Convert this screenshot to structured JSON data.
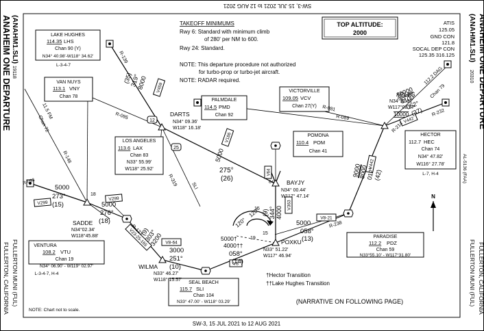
{
  "top_header": "SW-3, 15 JUL 2021 to 12 AUG 2021",
  "bottom_footer": "SW-3, 15 JUL 2021 to 12 AUG 2021",
  "left_edge": {
    "title": "ANAHEIM ONE DEPARTURE",
    "subtitle": "(ANAHM1.SLI)",
    "code": "19118",
    "airport": "FULLERTON, CALIFORNIA",
    "airport_name": "FULLERTON MUNI (FUL)"
  },
  "right_edge": {
    "title": "ANAHEIM ONE DEPARTURE",
    "subtitle": "(ANAHM1.SLI)",
    "code": "20310",
    "airport": "FULLERTON MUNI (FUL)",
    "airport_city": "FULLERTON, CALIFORNIA",
    "faa": "AL-5136 (FAA)"
  },
  "takeoff": {
    "heading": "TAKEOFF MINIMUMS",
    "rwy6": "Rwy 6: Standard with minimum climb",
    "rwy6b": "of 280' per NM to 600.",
    "rwy24": "Rwy 24: Standard.",
    "note1": "NOTE: This departure procedure not authorized",
    "note1b": "for turbo-prop or turbo-jet aircraft.",
    "note2": "NOTE: RADAR required."
  },
  "top_altitude": {
    "label": "TOP ALTITUDE:",
    "value": "2000"
  },
  "freqs": {
    "atis_label": "ATIS",
    "atis": "125.05",
    "gnd_label": "GND CON",
    "gnd": "121.8",
    "dep_label": "SOCAL DEP CON",
    "dep": "125.35  316.125"
  },
  "navaids": {
    "lake_hughes": {
      "name": "LAKE HUGHES",
      "freq": "114.35",
      "id": "LHS",
      "chan": "Chan 90 (Y)",
      "coord": "N34° 40.98'-W118° 34.62'",
      "extra": "L-3-4-7"
    },
    "van_nuys": {
      "name": "VAN NUYS",
      "freq": "113.1",
      "id": "VNY",
      "chan": "Chan 78"
    },
    "los_angeles": {
      "name": "LOS ANGELES",
      "freq": "113.6",
      "id": "LAX",
      "chan": "Chan 83",
      "lat": "N33° 55.99'",
      "lon": "W118° 25.92'"
    },
    "palmdale": {
      "name": "PALMDALE",
      "freq": "114.5",
      "id": "PMD",
      "chan": "Chan 92"
    },
    "victorville": {
      "name": "VICTORVILLE",
      "freq": "109.05",
      "id": "VCV",
      "chan": "Chan 27(Y)"
    },
    "pomona": {
      "name": "POMONA",
      "freq": "110.4",
      "id": "POM",
      "chan": "Chan 41"
    },
    "hector": {
      "name": "HECTOR",
      "freq": "112.7",
      "id": "HEC",
      "chan": "Chan 74",
      "lat": "N34° 47.82'",
      "lon": "W116° 27.78'",
      "extra": "L-7, H-4"
    },
    "ventura": {
      "name": "VENTURA",
      "freq": "108.2",
      "id": "VTU",
      "chan": "Chan 19",
      "coord": "N34° 06.90' - W119° 02.97'",
      "extra": "L-3-4-7, H-4"
    },
    "seal_beach": {
      "name": "SEAL BEACH",
      "freq": "115.7",
      "id": "SLI",
      "chan": "Chan 104",
      "coord": "N33° 47.00' - W118° 03.29'"
    },
    "paradise": {
      "name": "PARADISE",
      "freq": "112.2",
      "id": "PDZ",
      "chan": "Chan 59",
      "coord": "N33°55.10' - W117°31.80'"
    }
  },
  "fixes": {
    "darts": {
      "name": "DARTS",
      "lat": "N34° 09.36'",
      "lon": "W118° 16.18'"
    },
    "sadde": {
      "name": "SADDE",
      "lat": "N34°02.34'",
      "lon": "W118°45.88'"
    },
    "wilma": {
      "name": "WILMA",
      "lat": "N33° 46.27'",
      "lon": "W118° 15.57'"
    },
    "bayjy": {
      "name": "BAYJY",
      "lat": "N34° 00.44'",
      "lon": "W117° 47.14'"
    },
    "poxku": {
      "name": "POXKU",
      "lat": "N33° 51.22'",
      "lon": "W117° 46.94'"
    },
    "aples": {
      "name": "APLES",
      "lat": "N34°32.91'",
      "lon": "W117°08.97'",
      "alt": "10000"
    }
  },
  "airways": {
    "v459": "V459",
    "v186": "V186",
    "v299": "V299",
    "v299b": "V299",
    "v23": "V23-25-165",
    "v864": "V8-64",
    "v8": "V8",
    "v8_21": "V8-21",
    "v363": "V363",
    "v442": "V442",
    "v442b": "V442",
    "v64": "V64"
  },
  "segments": {
    "lhs_darts": {
      "alt": "8000",
      "crs": "319°",
      "dist": "(35)"
    },
    "darts_bayjy": {
      "alt": "5000",
      "crs": "275°",
      "dist": "(26)"
    },
    "sadde_ventura": {
      "alt": "5000",
      "crs": "273°",
      "dist": "(15)"
    },
    "lax_sadde": {
      "alt": "5000",
      "crs": "276°",
      "dist": "(18)"
    },
    "wilma_lax": {
      "alt": "3200",
      "crs": "303°",
      "dist": "(9)"
    },
    "sli_wilma": {
      "alt": "3000",
      "crs": "251°",
      "dist": "(10)"
    },
    "sli_poxku": {
      "alt": "5000†",
      "alt2": "4000††",
      "crs": "058°",
      "dist": "(14)"
    },
    "poxku_bayjy": {
      "alt": "4000",
      "crs": "344°",
      "dist": "(9)"
    },
    "poxku_pdz": {
      "alt": "5000",
      "crs": "058°",
      "dist": "(13)"
    },
    "pdz_aples": {
      "alt": "9000",
      "alt2": "8000",
      "crs": "012°",
      "dist": "(42)"
    },
    "hec_aples": {
      "alt": "10000",
      "alt2": "8100",
      "crs": "052°",
      "dist": "(37)"
    }
  },
  "radials": {
    "r139": "R-139",
    "r095": "R-095",
    "r148": "R-148",
    "r319": "R-319",
    "r093": "R-093",
    "r123": "R-123",
    "r089": "R-089",
    "r081": "R-081",
    "r214": "R-214",
    "r232": "R-232",
    "r238": "R-238",
    "fm": "11.5 FM",
    "chan72": "Chan 72",
    "r112dag": "112.2 DAG",
    "chan79": "Chan 79"
  },
  "misc": {
    "n12": "12",
    "n25": "25",
    "n18": "18",
    "n15a": "15",
    "n15b": "15",
    "n19": "19",
    "n64": "64",
    "angle120a": "120°",
    "angle120b": "120°",
    "north": "N",
    "sli_label": "SLI",
    "legend1": "†Hector Transition",
    "legend2": "††Lake Hughes Transition",
    "narrative": "(NARRATIVE ON FOLLOWING PAGE)",
    "not_to_scale": "NOTE: Chart not to scale."
  }
}
